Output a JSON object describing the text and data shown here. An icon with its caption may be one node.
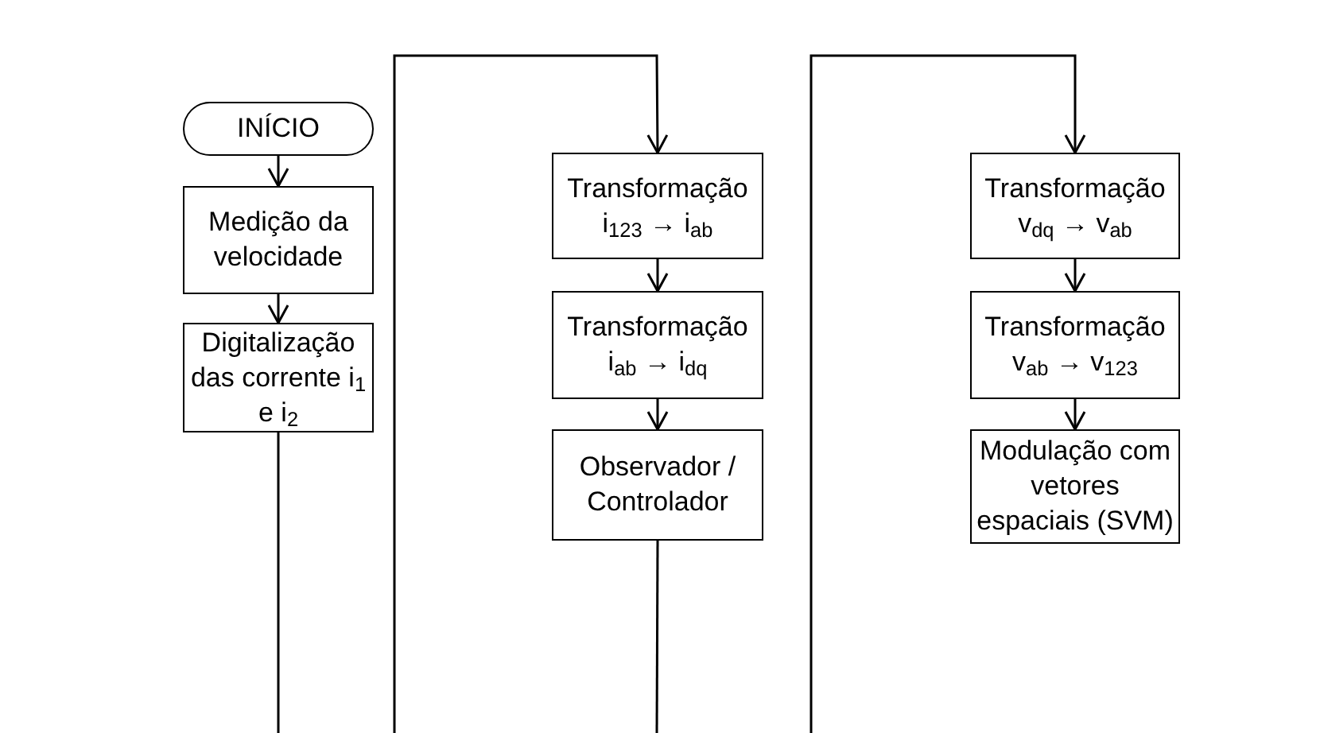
{
  "diagram": {
    "nodes": [
      {
        "text": [
          "INÍCIO"
        ]
      },
      {
        "text": [
          "Medição da velocidade"
        ]
      },
      {
        "text": [
          "Digitalização das corrente i$_{1}$ e i$_{2}$"
        ]
      },
      {
        "text": [
          "Transformação",
          "i$_{123}$ → i$_{ab}$"
        ]
      },
      {
        "text": [
          "Transformação",
          "i$_{ab}$ → i$_{dq}$"
        ]
      },
      {
        "text": [
          "Observador / Controlador"
        ]
      },
      {
        "text": [
          "Transformação",
          "v$_{dq}$ → v$_{ab}$"
        ]
      },
      {
        "text": [
          "Transformação",
          "v$_{ab}$ → v$_{123}$"
        ]
      },
      {
        "text": [
          "Modulação com vetores espaciais (SVM)"
        ]
      }
    ],
    "edges": [
      {
        "from": 0,
        "to": 1,
        "arrow": "to"
      },
      {
        "from": 1,
        "to": 2,
        "arrow": "to"
      },
      {
        "from": 2,
        "to": null,
        "arrow": "none"
      },
      {
        "from": null,
        "to": 3,
        "arrow": "to"
      },
      {
        "from": 3,
        "to": 4,
        "arrow": "to"
      },
      {
        "from": 4,
        "to": 5,
        "arrow": "to"
      },
      {
        "from": 5,
        "to": null,
        "arrow": "none"
      },
      {
        "from": null,
        "to": 6,
        "arrow": "to"
      },
      {
        "from": 6,
        "to": 7,
        "arrow": "to"
      },
      {
        "from": 7,
        "to": 8,
        "arrow": "to"
      }
    ]
  }
}
